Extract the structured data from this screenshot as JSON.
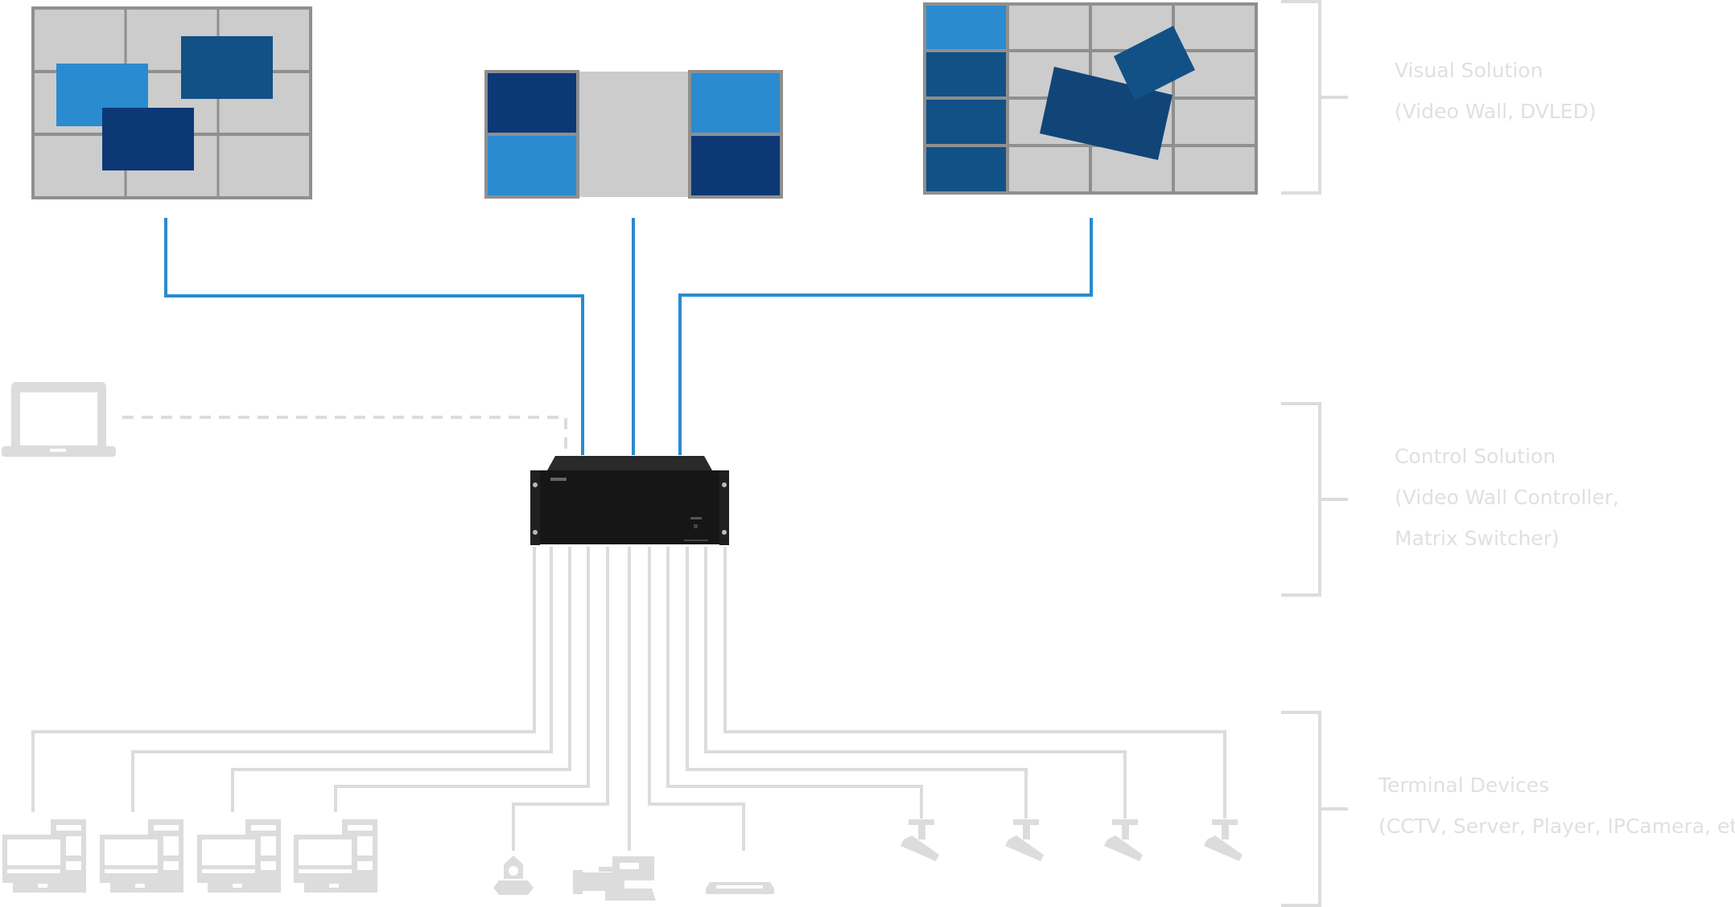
{
  "colors": {
    "link_blue": "#2a8bcf",
    "terminal_gray": "#dcdcdc",
    "label_gray": "#e0e0e0",
    "panel_gray": "#cccccc",
    "bezel_gray": "#8f8f8f",
    "tile_light_blue": "#2b8bd0",
    "tile_mid_blue": "#115186",
    "tile_dark_blue": "#0d3876",
    "controller_black": "#161616"
  },
  "sections": [
    {
      "id": "visual",
      "title": "Visual Solution",
      "subtitle_lines": [
        "(Video Wall, DVLED)"
      ]
    },
    {
      "id": "control",
      "title": "Control Solution",
      "subtitle_lines": [
        "(Video Wall Controller,",
        "Matrix Switcher)"
      ]
    },
    {
      "id": "terminal",
      "title": "Terminal Devices",
      "subtitle_lines": [
        "(CCTV, Server, Player, IPCamera, etc.)"
      ]
    }
  ],
  "visual_devices": [
    {
      "name": "video-wall-3x3-windows",
      "grid": [
        3,
        3
      ]
    },
    {
      "name": "dual-display-with-center-panel",
      "grid": [
        2,
        1
      ]
    },
    {
      "name": "video-wall-4x4-rotated-windows",
      "grid": [
        4,
        4
      ]
    }
  ],
  "control_devices": [
    {
      "name": "video-wall-controller",
      "icon": "rack-controller-icon"
    },
    {
      "name": "control-laptop",
      "icon": "laptop-icon",
      "connection": "dashed"
    }
  ],
  "terminal_devices": [
    {
      "type": "desktop-server",
      "icon": "desktop-computer-icon"
    },
    {
      "type": "desktop-server",
      "icon": "desktop-computer-icon"
    },
    {
      "type": "desktop-server",
      "icon": "desktop-computer-icon"
    },
    {
      "type": "desktop-server",
      "icon": "desktop-computer-icon"
    },
    {
      "type": "ptz-camera",
      "icon": "ptz-camera-icon"
    },
    {
      "type": "video-camera",
      "icon": "video-camera-icon"
    },
    {
      "type": "media-player",
      "icon": "media-player-icon"
    },
    {
      "type": "cctv",
      "icon": "cctv-camera-icon"
    },
    {
      "type": "cctv",
      "icon": "cctv-camera-icon"
    },
    {
      "type": "cctv",
      "icon": "cctv-camera-icon"
    },
    {
      "type": "cctv",
      "icon": "cctv-camera-icon"
    }
  ]
}
